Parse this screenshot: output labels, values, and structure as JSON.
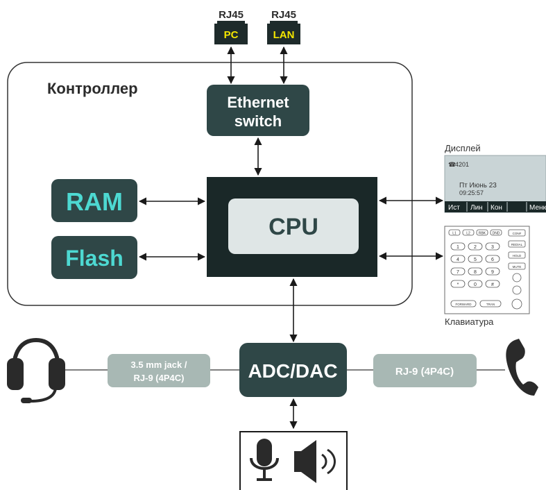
{
  "controller": {
    "title": "Контроллер"
  },
  "ports": [
    {
      "label": "PC",
      "connector": "RJ45"
    },
    {
      "label": "LAN",
      "connector": "RJ45"
    }
  ],
  "blocks": {
    "ethernet_line1": "Ethernet",
    "ethernet_line2": "switch",
    "ram": "RAM",
    "flash": "Flash",
    "cpu": "CPU",
    "adc_dac": "ADC/DAC"
  },
  "interfaces": {
    "headset": "3.5 mm jack /",
    "headset_line2": "RJ-9 (4P4C)",
    "handset": "RJ-9 (4P4C)"
  },
  "display": {
    "caption": "Дисплей",
    "line_number": "4201",
    "date": "Пт Июнь 23",
    "time": "09:25:57",
    "softkeys": [
      "Ист",
      "Лин",
      "Кон",
      "",
      "Меню"
    ]
  },
  "keyboard": {
    "caption": "Клавиатура",
    "top_keys": [
      "L1",
      "L2",
      "RBK",
      "DND"
    ],
    "side_keys": [
      "CONF",
      "REDIAL",
      "HOLD",
      "MUTE"
    ],
    "digits": [
      "1",
      "2",
      "3",
      "4",
      "5",
      "6",
      "7",
      "8",
      "9",
      "*",
      "0",
      "#"
    ],
    "bottom_keys": [
      "FORWARD",
      "TRAN"
    ]
  },
  "colors": {
    "block": "#2f4747",
    "cpu_outer": "#1a2828",
    "cpu_inner": "#dfe6e6",
    "accent": "#4dd9d2",
    "interface": "#a8b8b4",
    "port": "#1e2b2b",
    "port_text": "#f4e600",
    "display_bg": "#c9d4d6"
  }
}
